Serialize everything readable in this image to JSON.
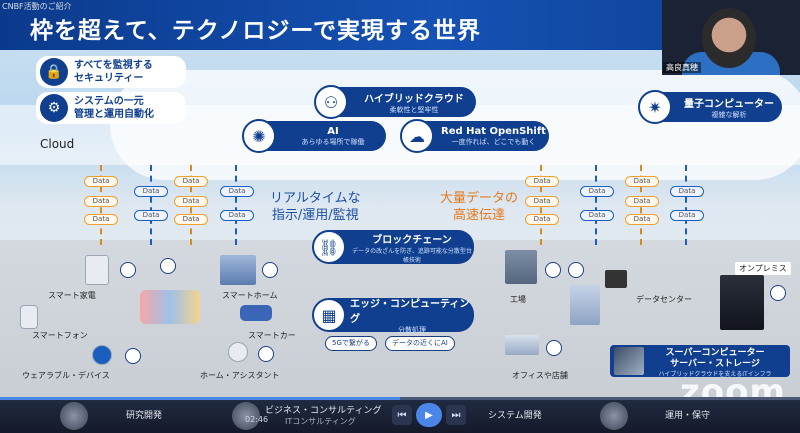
{
  "app_title": "CNBF活動のご紹介",
  "slide": {
    "title": "枠を超えて、テクノロジーで実現する世界",
    "cloud_label": "Cloud",
    "security": {
      "line1": "すべてを監視する",
      "line2": "セキュリティー",
      "icon": "lock-icon"
    },
    "automation": {
      "line1": "システムの一元",
      "line2": "管理と運用自動化",
      "icon": "gear-network-icon"
    },
    "pills": {
      "hybrid": {
        "title": "ハイブリッドクラウド",
        "sub": "柔軟性と堅牢性",
        "icon": "network-icon"
      },
      "ai": {
        "title": "AI",
        "sub": "あらゆる場所で稼働",
        "icon": "ai-brain-icon"
      },
      "openshift": {
        "title": "Red Hat OpenShift",
        "sub": "一度作れば、どこでも動く",
        "icon": "redhat-icon"
      },
      "quantum": {
        "title": "量子コンピューター",
        "sub": "複雑な解析",
        "icon": "quantum-icon"
      },
      "blockchain": {
        "title": "ブロックチェーン",
        "sub": "データの改ざんを防ぎ、追跡可能な分散型台帳技術",
        "icon": "blockchain-icon"
      },
      "edge": {
        "title": "エッジ・コンピューティング",
        "sub": "分散処理",
        "icon": "edge-grid-icon"
      }
    },
    "realtime": {
      "line1": "リアルタイムな",
      "line2": "指示/運用/監視"
    },
    "bigdata": {
      "line1": "大量データの",
      "line2": "高速伝達"
    },
    "data_label": "Data",
    "tags": {
      "g5": "5Gで繋がる",
      "near_ai": "データの近くにAI"
    },
    "devices": {
      "smart_appliance": "スマート家電",
      "smart_phone": "スマートフォン",
      "wearable": "ウェアラブル・デバイス",
      "smart_home": "スマートホーム",
      "smart_car": "スマートカー",
      "home_assistant": "ホーム・アシスタント",
      "factory": "工場",
      "data_center": "データセンター",
      "office": "オフィスや店舗",
      "on_premise": "オンプレミス"
    },
    "super": {
      "line1": "スーパーコンピューター",
      "line2": "サーバー・ストレージ",
      "sub": "ハイブリッドクラウドを支えるITインフラ"
    }
  },
  "video": {
    "name": "高良真穂"
  },
  "zoom_logo": "zoom",
  "player": {
    "time": "02:46",
    "progress": 0.5,
    "items": [
      "研究開発",
      "ビジネス・コンサルティング",
      "システム開発",
      "運用・保守"
    ],
    "overlay_text": "ITコンサルティング"
  },
  "colors": {
    "navy": "#0f3f8e",
    "orange": "#f0a030",
    "title_bar": "#1552b4"
  }
}
